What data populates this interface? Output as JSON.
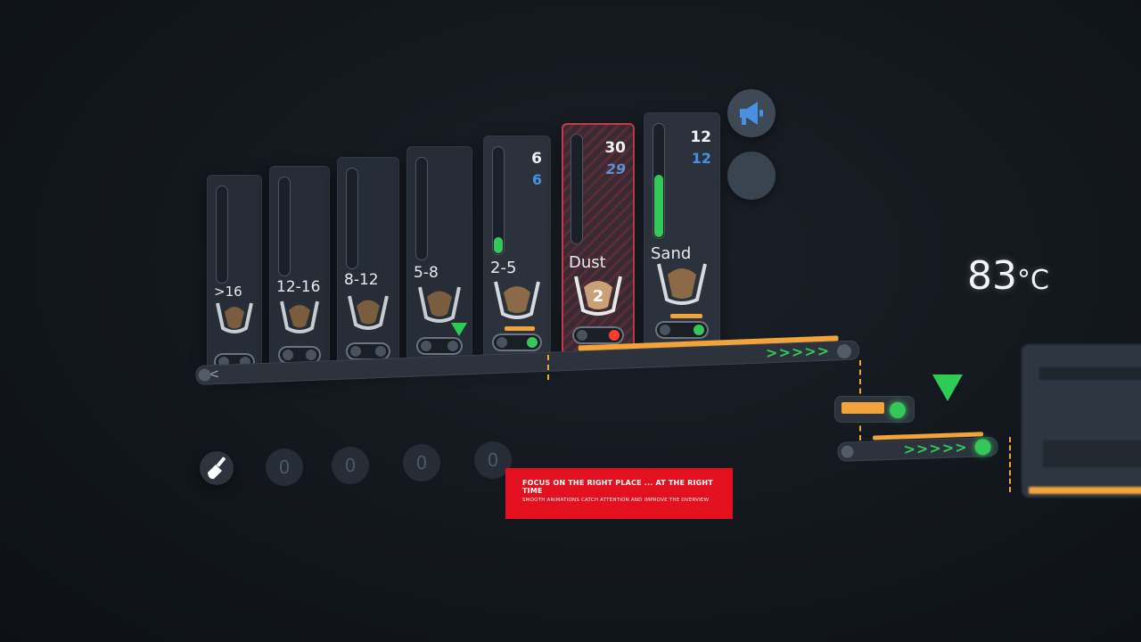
{
  "bins": [
    {
      "label": ">16",
      "count": "",
      "sub": "",
      "level": 0,
      "toggle": "off",
      "state": "dim"
    },
    {
      "label": "12-16",
      "count": "",
      "sub": "",
      "level": 0,
      "toggle": "off",
      "state": "dim"
    },
    {
      "label": "8-12",
      "count": "",
      "sub": "",
      "level": 0,
      "toggle": "off",
      "state": "dim"
    },
    {
      "label": "5-8",
      "count": "",
      "sub": "",
      "level": 0,
      "toggle": "off",
      "state": "dim"
    },
    {
      "label": "2-5",
      "count": "6",
      "sub": "6",
      "level": 0.15,
      "toggle": "green",
      "state": "normal"
    },
    {
      "label": "Dust",
      "count": "30",
      "sub": "29",
      "level": 0,
      "toggle": "red",
      "state": "alert",
      "badge": "2"
    },
    {
      "label": "Sand",
      "count": "12",
      "sub": "12",
      "level": 0.55,
      "toggle": "green",
      "state": "normal"
    }
  ],
  "conveyor": {
    "back_label": "<",
    "chevrons": ">>>>>"
  },
  "lower_conveyor": {
    "chevrons": ">>>>>"
  },
  "zero_buttons": [
    "0",
    "0",
    "0",
    "0"
  ],
  "temperature": {
    "value": "83",
    "unit": "°C"
  },
  "banner": {
    "headline": "FOCUS ON THE RIGHT PLACE ... AT THE RIGHT TIME",
    "subline": "SMOOTH ANIMATIONS CATCH ATTENTION AND IMPROVE THE OVERVIEW"
  },
  "colors": {
    "accent_orange": "#f2a43a",
    "ok_green": "#34c759",
    "alert_red": "#ff3b30",
    "info_blue": "#4a90e2",
    "banner_red": "#e3111f"
  },
  "icons": {
    "announce": "megaphone-icon",
    "clean": "broom-icon"
  }
}
